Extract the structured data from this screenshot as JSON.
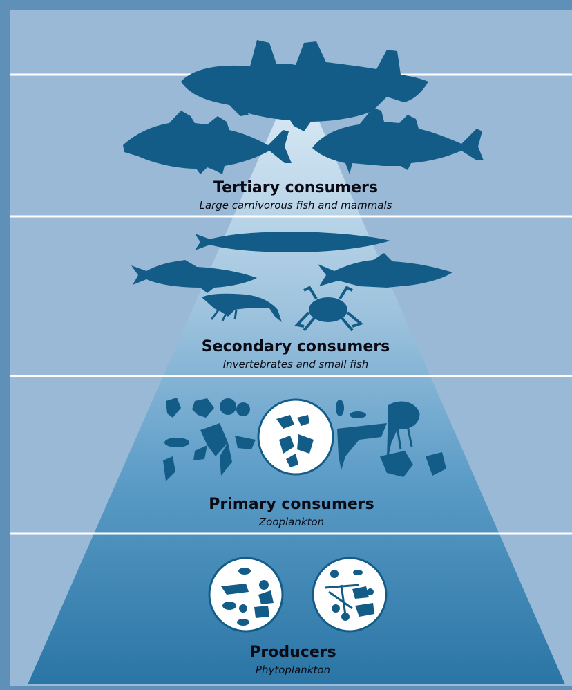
{
  "levels": [
    {
      "title": "Tertiary consumers",
      "subtitle": "Large carnivorous fish and mammals"
    },
    {
      "title": "Secondary consumers",
      "subtitle": "Invertebrates and small fish"
    },
    {
      "title": "Primary consumers",
      "subtitle": "Zooplankton"
    },
    {
      "title": "Producers",
      "subtitle": "Phytoplankton"
    }
  ],
  "colors": {
    "frame": "#5f90b8",
    "background": "#9ab9d6",
    "band_line": "#ffffff",
    "silhouette": "#135c88",
    "pyramid_top": "#cfe2f0",
    "pyramid_bottom": "#2b76a6",
    "text": "#0b0b16"
  },
  "icons": [
    "cod-icon",
    "fish-icon",
    "eel-icon",
    "shrimp-icon",
    "crab-icon",
    "zooplankton-icon",
    "phytoplankton-icon"
  ]
}
